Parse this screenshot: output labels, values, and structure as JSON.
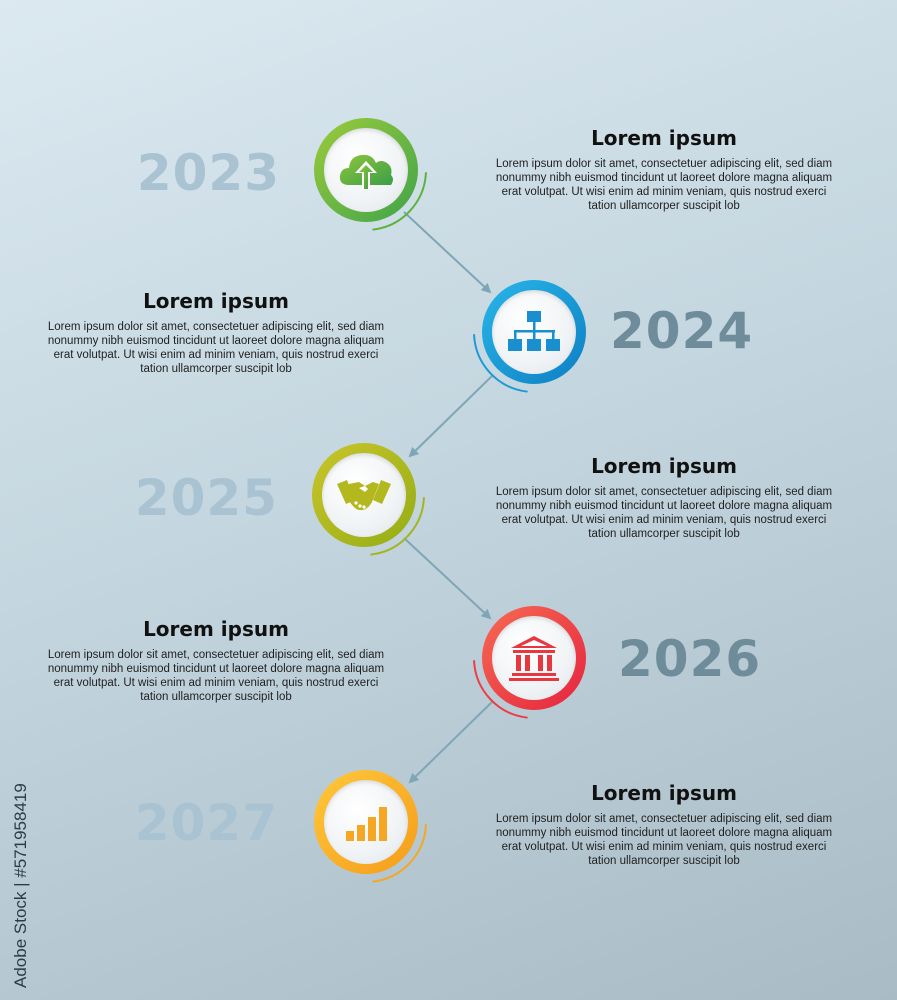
{
  "timeline": [
    {
      "year": "2023",
      "title": "Lorem ipsum",
      "body": "Lorem ipsum dolor sit amet, consectetuer adipiscing elit, sed diam nonummy nibh euismod tincidunt ut laoreet dolore magna aliquam erat volutpat. Ut wisi enim ad minim veniam, quis nostrud exerci tation ullamcorper suscipit lob",
      "icon": "cloud-upload-icon",
      "color": "#5db33a"
    },
    {
      "year": "2024",
      "title": "Lorem ipsum",
      "body": "Lorem ipsum dolor sit amet, consectetuer adipiscing elit, sed diam nonummy nibh euismod tincidunt ut laoreet dolore magna aliquam erat volutpat. Ut wisi enim ad minim veniam, quis nostrud exerci tation ullamcorper suscipit lob",
      "icon": "org-chart-icon",
      "color": "#1a9ad6"
    },
    {
      "year": "2025",
      "title": "Lorem ipsum",
      "body": "Lorem ipsum dolor sit amet, consectetuer adipiscing elit, sed diam nonummy nibh euismod tincidunt ut laoreet dolore magna aliquam erat volutpat. Ut wisi enim ad minim veniam, quis nostrud exerci tation ullamcorper suscipit lob",
      "icon": "handshake-icon",
      "color": "#a3b51c"
    },
    {
      "year": "2026",
      "title": "Lorem ipsum",
      "body": "Lorem ipsum dolor sit amet, consectetuer adipiscing elit, sed diam nonummy nibh euismod tincidunt ut laoreet dolore magna aliquam erat volutpat. Ut wisi enim ad minim veniam, quis nostrud exerci tation ullamcorper suscipit lob",
      "icon": "bank-icon",
      "color": "#ee3b45"
    },
    {
      "year": "2027",
      "title": "Lorem ipsum",
      "body": "Lorem ipsum dolor sit amet, consectetuer adipiscing elit, sed diam nonummy nibh euismod tincidunt ut laoreet dolore magna aliquam erat volutpat. Ut wisi enim ad minim veniam, quis nostrud exerci tation ullamcorper suscipit lob",
      "icon": "bar-chart-icon",
      "color": "#f5a623"
    }
  ],
  "colors": {
    "year_left": "#a9c3d2",
    "year_right": "#6f8c9b",
    "connector": "#7fa6b6"
  },
  "watermark": {
    "text": "Adobe Stock | #571958419"
  }
}
